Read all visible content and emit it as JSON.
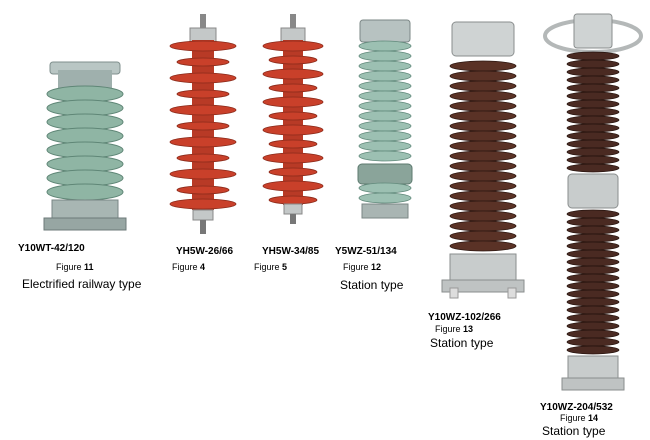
{
  "colors": {
    "porcelain_green": "#8fb5a4",
    "polymer_red": "#c9402a",
    "porcelain_brown": "#4a2a22",
    "metal_gray": "#c4c8c8"
  },
  "items": [
    {
      "model": "Y10WT-42/120",
      "figure_word": "Figure",
      "figure_num": "11",
      "type": "Electrified railway type"
    },
    {
      "model": "YH5W-26/66",
      "figure_word": "Figure",
      "figure_num": "4",
      "type": ""
    },
    {
      "model": "YH5W-34/85",
      "figure_word": "Figure",
      "figure_num": "5",
      "type": ""
    },
    {
      "model": "Y5WZ-51/134",
      "figure_word": "Figure",
      "figure_num": "12",
      "type": "Station type"
    },
    {
      "model": "Y10WZ-102/266",
      "figure_word": "Figure",
      "figure_num": "13",
      "type": "Station type"
    },
    {
      "model": "Y10WZ-204/532",
      "figure_word": "Figure",
      "figure_num": "14",
      "type": "Station type"
    }
  ]
}
